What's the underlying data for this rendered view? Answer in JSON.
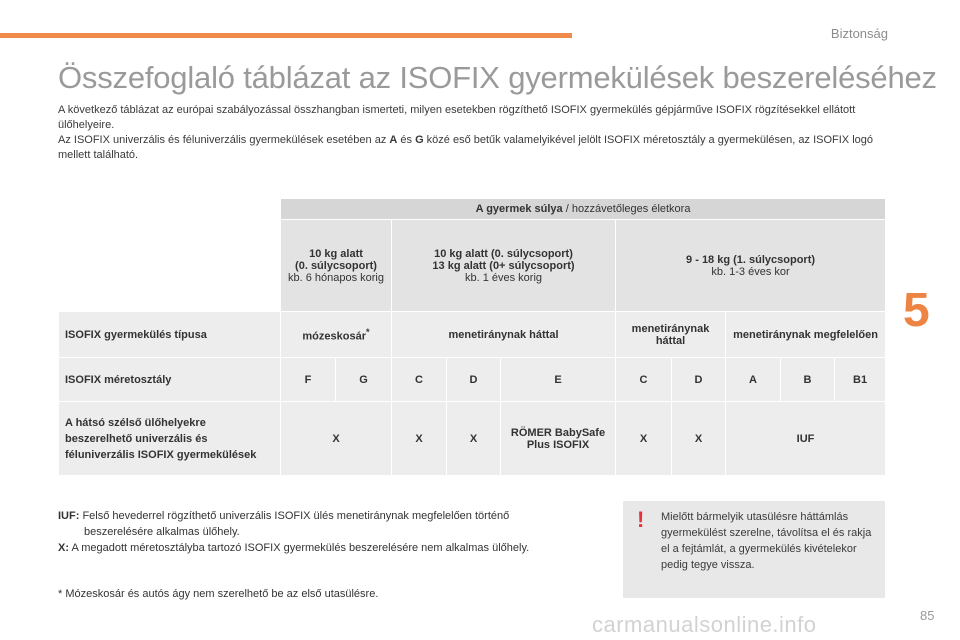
{
  "header": {
    "section": "Biztonság",
    "chapter_number": "5",
    "accent_color": "#f08a4b"
  },
  "title": "Összefoglaló táblázat az ISOFIX gyermekülések beszereléséhez",
  "intro": {
    "p1": "A következő táblázat az európai szabályozással összhangban ismerteti, milyen esetekben rögzíthető ISOFIX gyermekülés gépjárműve ISOFIX rögzítésekkel ellátott ülőhelyeire.",
    "p2_a": "Az ISOFIX univerzális és féluniverzális gyermekülések esetében az ",
    "p2_A": "A",
    "p2_es": " és ",
    "p2_G": "G",
    "p2_b": " közé eső betűk valamelyikével jelölt ISOFIX méretosztály a gyermekülésen, az ISOFIX logó mellett található."
  },
  "table": {
    "header_bold": "A gyermek súlya",
    "header_rest": " / hozzávetőleges életkora",
    "groups": [
      {
        "bold1": "10 kg alatt",
        "bold2": "(0. súlycsoport)",
        "normal": "kb. 6 hónapos korig"
      },
      {
        "bold1": "10 kg alatt (0. súlycsoport)",
        "bold2": "13 kg alatt (0+ súlycsoport)",
        "normal": "kb. 1 éves korig"
      },
      {
        "bold1": "9 - 18 kg (1. súlycsoport)",
        "normal": "kb. 1-3 éves kor"
      }
    ],
    "row_type": {
      "label": "ISOFIX gyermekülés típusa",
      "mozeskosar": "mózeskosár",
      "asterisk": "*",
      "rear0": "menetiránynak háttal",
      "rear1": "menetiránynak háttal",
      "forward": "menetiránynak megfelelően"
    },
    "row_size": {
      "label": "ISOFIX méretosztály",
      "classes": [
        "F",
        "G",
        "C",
        "D",
        "E",
        "C",
        "D",
        "A",
        "B",
        "B1"
      ]
    },
    "row_seat": {
      "label": "A hátsó szélső ülőhelyekre beszerelhető univerzális és féluniverzális ISOFIX gyermekülések",
      "values": [
        "X",
        "X",
        "X",
        "RÖMER BabySafe Plus ISOFIX",
        "X",
        "X",
        "IUF"
      ]
    }
  },
  "legend": {
    "iuf_key": "IUF:",
    "iuf_text": " Felső hevederrel rögzíthető univerzális ISOFIX ülés menetiránynak megfelelően történő",
    "iuf_text2": "beszerelésére alkalmas ülőhely.",
    "x_key": "X:",
    "x_text": " A megadott méretosztályba tartozó ISOFIX gyermekülés beszerelésére nem alkalmas ülőhely."
  },
  "footnote": "* Mózeskosár és autós ágy nem szerelhető be az első utasülésre.",
  "note": {
    "icon": "warning-exclamation-icon",
    "icon_glyph": "!",
    "text": "Mielőtt bármelyik utasülésre háttámlás gyermekülést szerelne, távolítsa el és rakja el a fejtámlát, a gyermekülés kivételekor pedig tegye vissza."
  },
  "watermark": "carmanualsonline.info",
  "page_number": "85"
}
